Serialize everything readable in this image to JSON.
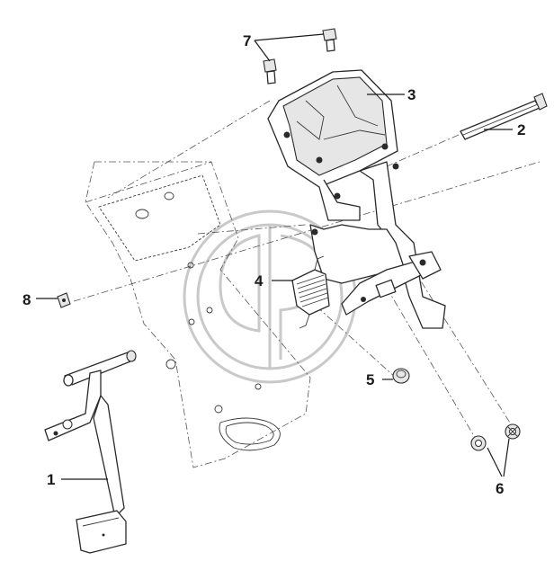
{
  "diagram": {
    "callouts": [
      {
        "label": "1"
      },
      {
        "label": "2"
      },
      {
        "label": "3"
      },
      {
        "label": "4"
      },
      {
        "label": "5"
      },
      {
        "label": "6"
      },
      {
        "label": "7"
      },
      {
        "label": "8"
      }
    ]
  }
}
